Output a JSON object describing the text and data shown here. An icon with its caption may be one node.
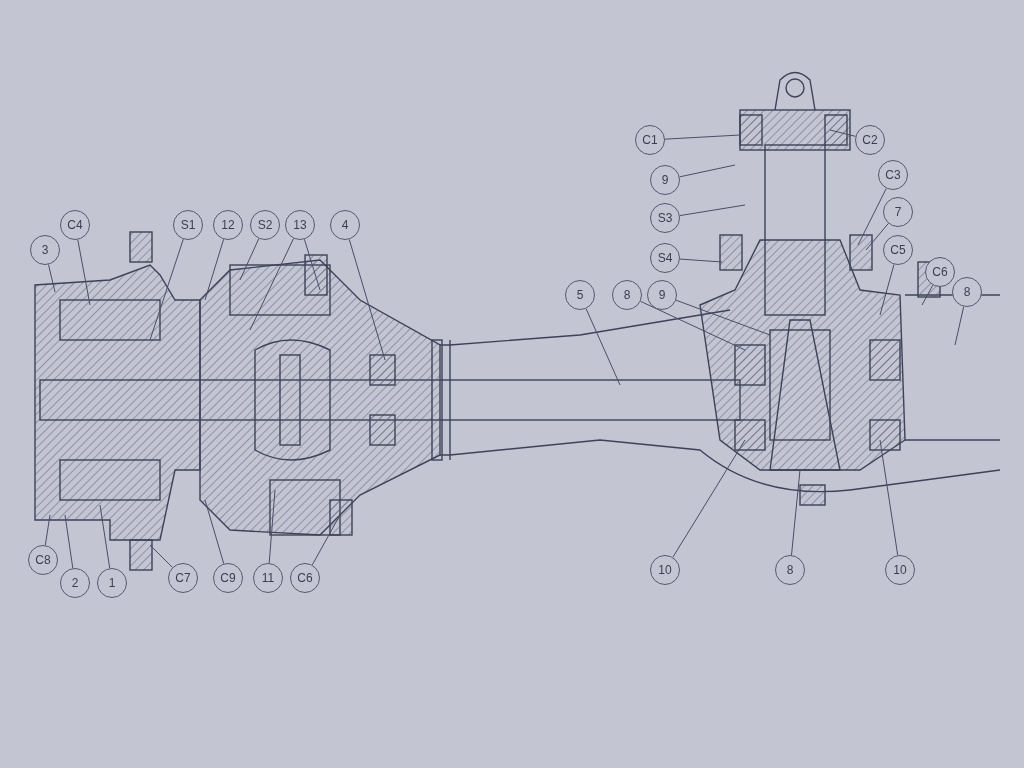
{
  "diagram": {
    "nodes": [
      {
        "text": [
          "C1"
        ]
      },
      {
        "text": [
          "C2"
        ]
      },
      {
        "text": [
          "9"
        ]
      },
      {
        "text": [
          "S3"
        ]
      },
      {
        "text": [
          "S4"
        ]
      },
      {
        "text": [
          "C3"
        ]
      },
      {
        "text": [
          "7"
        ]
      },
      {
        "text": [
          "C5"
        ]
      },
      {
        "text": [
          "C6"
        ]
      },
      {
        "text": [
          "8"
        ]
      },
      {
        "text": [
          "5"
        ]
      },
      {
        "text": [
          "8"
        ]
      },
      {
        "text": [
          "9"
        ]
      },
      {
        "text": [
          "3"
        ]
      },
      {
        "text": [
          "C4"
        ]
      },
      {
        "text": [
          "S1"
        ]
      },
      {
        "text": [
          "12"
        ]
      },
      {
        "text": [
          "S2"
        ]
      },
      {
        "text": [
          "13"
        ]
      },
      {
        "text": [
          "4"
        ]
      },
      {
        "text": [
          "C8"
        ]
      },
      {
        "text": [
          "2"
        ]
      },
      {
        "text": [
          "1"
        ]
      },
      {
        "text": [
          "C7"
        ]
      },
      {
        "text": [
          "C9"
        ]
      },
      {
        "text": [
          "11"
        ]
      },
      {
        "text": [
          "C6"
        ]
      },
      {
        "text": [
          "10"
        ]
      },
      {
        "text": [
          "8"
        ]
      },
      {
        "text": [
          "10"
        ]
      }
    ],
    "edges": [
      {
        "from": 0,
        "to": null,
        "arrow": "none"
      },
      {
        "from": 1,
        "to": null,
        "arrow": "none"
      },
      {
        "from": 2,
        "to": null,
        "arrow": "none"
      },
      {
        "from": 3,
        "to": null,
        "arrow": "none"
      },
      {
        "from": 4,
        "to": null,
        "arrow": "none"
      },
      {
        "from": 5,
        "to": null,
        "arrow": "none"
      },
      {
        "from": 6,
        "to": null,
        "arrow": "none"
      },
      {
        "from": 7,
        "to": null,
        "arrow": "none"
      },
      {
        "from": 8,
        "to": null,
        "arrow": "none"
      },
      {
        "from": 9,
        "to": null,
        "arrow": "none"
      },
      {
        "from": 10,
        "to": null,
        "arrow": "none"
      },
      {
        "from": 11,
        "to": null,
        "arrow": "none"
      },
      {
        "from": 12,
        "to": null,
        "arrow": "none"
      },
      {
        "from": 13,
        "to": null,
        "arrow": "none"
      },
      {
        "from": 14,
        "to": null,
        "arrow": "none"
      },
      {
        "from": 15,
        "to": null,
        "arrow": "none"
      },
      {
        "from": 16,
        "to": null,
        "arrow": "none"
      },
      {
        "from": 17,
        "to": null,
        "arrow": "none"
      },
      {
        "from": 18,
        "to": null,
        "arrow": "none"
      },
      {
        "from": 18,
        "to": null,
        "arrow": "none"
      },
      {
        "from": 19,
        "to": null,
        "arrow": "none"
      },
      {
        "from": 20,
        "to": null,
        "arrow": "none"
      },
      {
        "from": 21,
        "to": null,
        "arrow": "none"
      },
      {
        "from": 22,
        "to": null,
        "arrow": "none"
      },
      {
        "from": 23,
        "to": null,
        "arrow": "none"
      },
      {
        "from": 24,
        "to": null,
        "arrow": "none"
      },
      {
        "from": 25,
        "to": null,
        "arrow": "none"
      },
      {
        "from": 26,
        "to": null,
        "arrow": "none"
      },
      {
        "from": 27,
        "to": null,
        "arrow": "none"
      },
      {
        "from": 28,
        "to": null,
        "arrow": "none"
      },
      {
        "from": 29,
        "to": null,
        "arrow": "none"
      }
    ]
  }
}
